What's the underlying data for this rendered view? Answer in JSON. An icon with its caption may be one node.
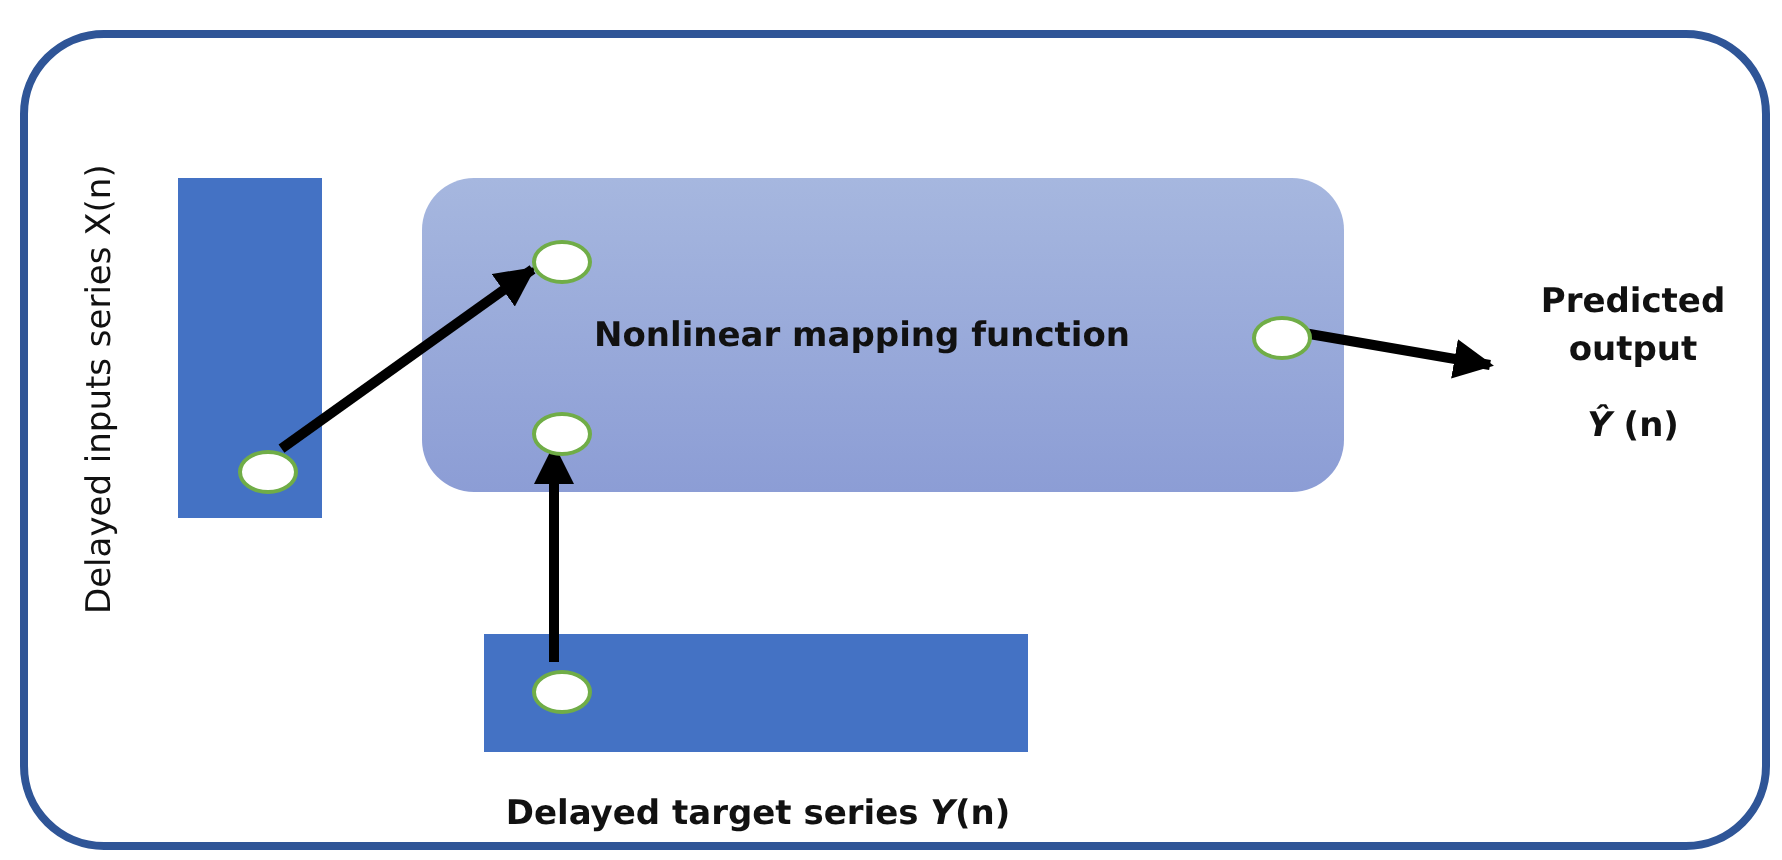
{
  "diagram": {
    "nodes": [
      {
        "text": [],
        "shape": "box"
      },
      {
        "text": [
          "Delayed inputs series X(n)"
        ],
        "in": 0
      },
      {
        "text": [],
        "shape": "circle",
        "in": 1
      },
      {
        "text": [
          "Nonlinear mapping function"
        ],
        "in": 0
      },
      {
        "text": [],
        "shape": "circle",
        "in": 3
      },
      {
        "text": [],
        "shape": "circle",
        "in": 3
      },
      {
        "text": [],
        "shape": "circle",
        "in": 3
      },
      {
        "text": [
          "Delayed target series *Y*(n)"
        ],
        "in": 0
      },
      {
        "text": [],
        "shape": "circle",
        "in": 7
      },
      {
        "text": [
          "Predicted output",
          "*Ŷ* (n)"
        ],
        "in": 0
      }
    ],
    "edges": [
      {
        "from": 2,
        "to": 4,
        "arrow": "to"
      },
      {
        "from": 8,
        "to": 5,
        "arrow": "to"
      },
      {
        "from": 6,
        "to": 9,
        "arrow": "to"
      }
    ]
  }
}
